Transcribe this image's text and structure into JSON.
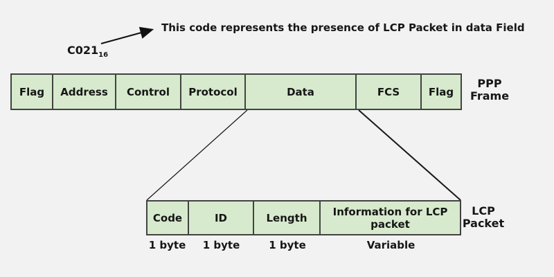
{
  "annotation": {
    "text": "This code represents the presence of LCP Packet in data Field",
    "code": "C021",
    "code_subscript": "16"
  },
  "ppp_frame": {
    "frame_label": "PPP Frame",
    "cells": [
      {
        "label": "Flag"
      },
      {
        "label": "Address"
      },
      {
        "label": "Control"
      },
      {
        "label": "Protocol"
      },
      {
        "label": "Data"
      },
      {
        "label": "FCS"
      },
      {
        "label": "Flag"
      }
    ]
  },
  "lcp_packet": {
    "packet_label": "LCP Packet",
    "cells": [
      {
        "label": "Code",
        "size": "1 byte"
      },
      {
        "label": "ID",
        "size": "1 byte"
      },
      {
        "label": "Length",
        "size": "1 byte"
      },
      {
        "label": "Information for LCP packet",
        "size": "Variable"
      }
    ]
  },
  "colors": {
    "background": "#f2f2f2",
    "cell_fill": "#d7eacd",
    "cell_border": "#424242",
    "text": "#161616"
  }
}
